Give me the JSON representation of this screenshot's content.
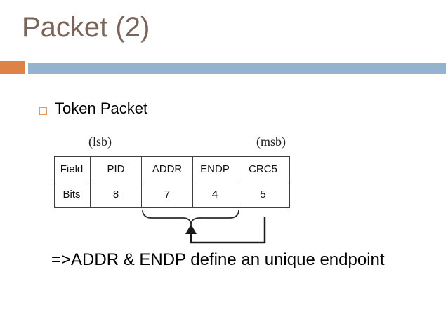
{
  "slide": {
    "title": "Packet (2)",
    "bullet": {
      "label": "Token Packet"
    },
    "conclusion": "=>ADDR & ENDP define an unique endpoint"
  },
  "diagram": {
    "lsb_label": "(lsb)",
    "msb_label": "(msb)",
    "table": {
      "headers": [
        "Field",
        "PID",
        "ADDR",
        "ENDP",
        "CRC5"
      ],
      "rows": [
        [
          "Bits",
          "8",
          "7",
          "4",
          "5"
        ]
      ]
    },
    "icons": {
      "brace": "underbrace-spanning-addr-endp",
      "arrow": "up-arrow-from-crc5-elbow-line"
    }
  },
  "colors": {
    "accent_orange": "#dd8347",
    "accent_blue": "#95b3d0",
    "title_brown": "#7b655a",
    "bullet_outline": "#e09a66",
    "table_border": "#3f3f3f"
  }
}
